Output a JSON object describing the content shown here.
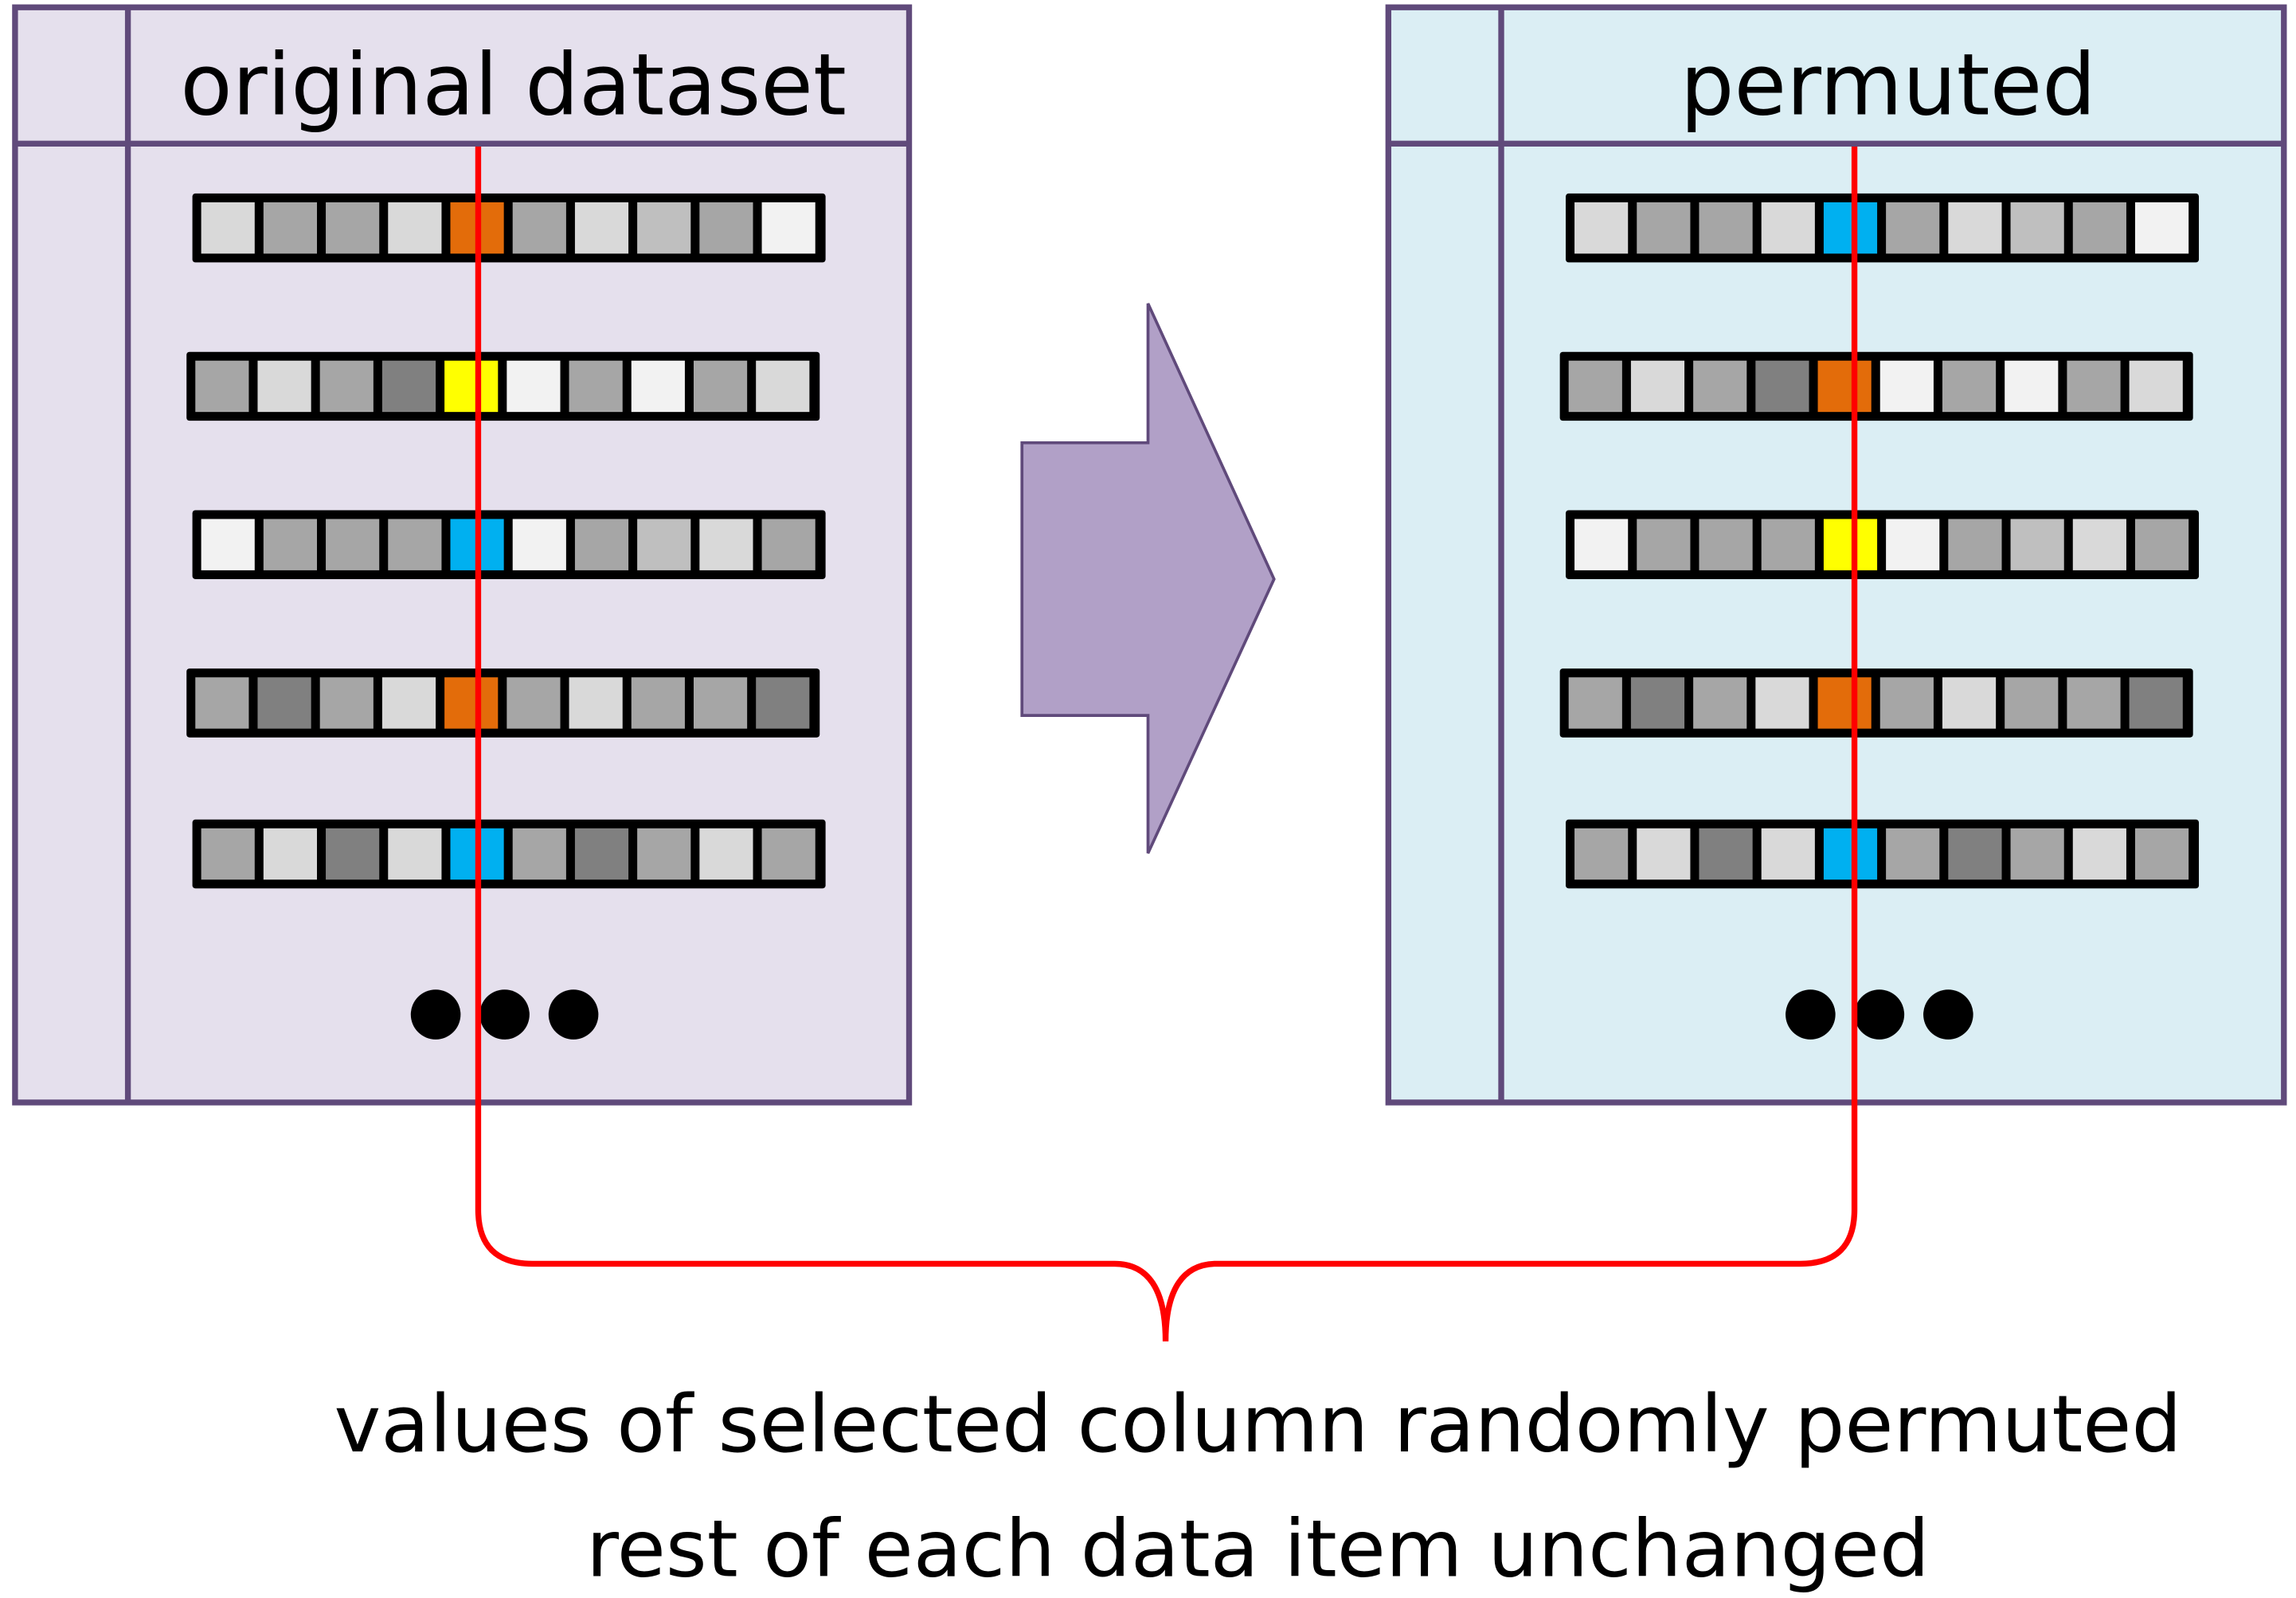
{
  "left_panel": {
    "title": "original dataset",
    "fill": "#e5e0ed",
    "rows": [
      [
        "#d9d9d9",
        "#a6a6a6",
        "#a6a6a6",
        "#d9d9d9",
        "#e36c0a",
        "#a6a6a6",
        "#d9d9d9",
        "#bfbfbf",
        "#a6a6a6",
        "#f2f2f2"
      ],
      [
        "#a6a6a6",
        "#d9d9d9",
        "#a6a6a6",
        "#808080",
        "#ffff00",
        "#f2f2f2",
        "#a6a6a6",
        "#f2f2f2",
        "#a6a6a6",
        "#d9d9d9"
      ],
      [
        "#f2f2f2",
        "#a6a6a6",
        "#a6a6a6",
        "#a6a6a6",
        "#00b0f0",
        "#f2f2f2",
        "#a6a6a6",
        "#bfbfbf",
        "#d9d9d9",
        "#a6a6a6"
      ],
      [
        "#a6a6a6",
        "#808080",
        "#a6a6a6",
        "#d9d9d9",
        "#e36c0a",
        "#a6a6a6",
        "#d9d9d9",
        "#a6a6a6",
        "#a6a6a6",
        "#808080"
      ],
      [
        "#a6a6a6",
        "#d9d9d9",
        "#808080",
        "#d9d9d9",
        "#00b0f0",
        "#a6a6a6",
        "#808080",
        "#a6a6a6",
        "#d9d9d9",
        "#a6a6a6"
      ]
    ]
  },
  "right_panel": {
    "title": "permuted",
    "fill": "#dbeef4",
    "rows": [
      [
        "#d9d9d9",
        "#a6a6a6",
        "#a6a6a6",
        "#d9d9d9",
        "#00b0f0",
        "#a6a6a6",
        "#d9d9d9",
        "#bfbfbf",
        "#a6a6a6",
        "#f2f2f2"
      ],
      [
        "#a6a6a6",
        "#d9d9d9",
        "#a6a6a6",
        "#808080",
        "#e36c0a",
        "#f2f2f2",
        "#a6a6a6",
        "#f2f2f2",
        "#a6a6a6",
        "#d9d9d9"
      ],
      [
        "#f2f2f2",
        "#a6a6a6",
        "#a6a6a6",
        "#a6a6a6",
        "#ffff00",
        "#f2f2f2",
        "#a6a6a6",
        "#bfbfbf",
        "#d9d9d9",
        "#a6a6a6"
      ],
      [
        "#a6a6a6",
        "#808080",
        "#a6a6a6",
        "#d9d9d9",
        "#e36c0a",
        "#a6a6a6",
        "#d9d9d9",
        "#a6a6a6",
        "#a6a6a6",
        "#808080"
      ],
      [
        "#a6a6a6",
        "#d9d9d9",
        "#808080",
        "#d9d9d9",
        "#00b0f0",
        "#a6a6a6",
        "#808080",
        "#a6a6a6",
        "#d9d9d9",
        "#a6a6a6"
      ]
    ]
  },
  "colors": {
    "panel_border": "#604a7b",
    "arrow_fill": "#b1a0c7",
    "selected_column_line": "#ff0000"
  },
  "caption": {
    "line1": "values of selected column randomly permuted",
    "line2": "rest of each data item unchanged"
  }
}
